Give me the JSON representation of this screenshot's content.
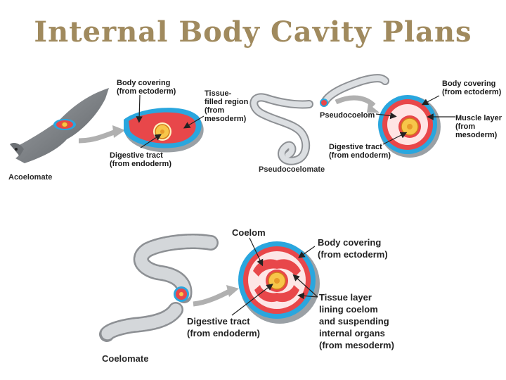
{
  "title": "Internal Body Cavity Plans",
  "colors": {
    "title": "#a08a5e",
    "ectoderm": "#2aa6de",
    "mesoderm": "#e8474a",
    "endoderm": "#f7c64a",
    "worm": "#b9bcc0",
    "arrow": "#b0b0b0"
  },
  "acoelomate": {
    "caption": "Acoelomate",
    "body_covering": "Body covering\n(from ectoderm)",
    "tissue_filled": "Tissue-\nfilled region\n(from\nmesoderm)",
    "digestive_tract": "Digestive tract\n(from endoderm)"
  },
  "pseudocoelomate": {
    "caption": "Pseudocoelomate",
    "pseudocoelom": "Pseudocoelom",
    "body_covering": "Body covering\n(from ectoderm)",
    "muscle_layer": "Muscle layer\n(from\nmesoderm)",
    "digestive_tract": "Digestive tract\n(from endoderm)"
  },
  "coelomate": {
    "caption": "Coelomate",
    "coelom": "Coelom",
    "body_covering": "Body covering\n(from ectoderm)",
    "tissue_layer": "Tissue layer\nlining coelom\nand suspending\ninternal organs\n(from mesoderm)",
    "digestive_tract": "Digestive tract\n(from endoderm)"
  }
}
